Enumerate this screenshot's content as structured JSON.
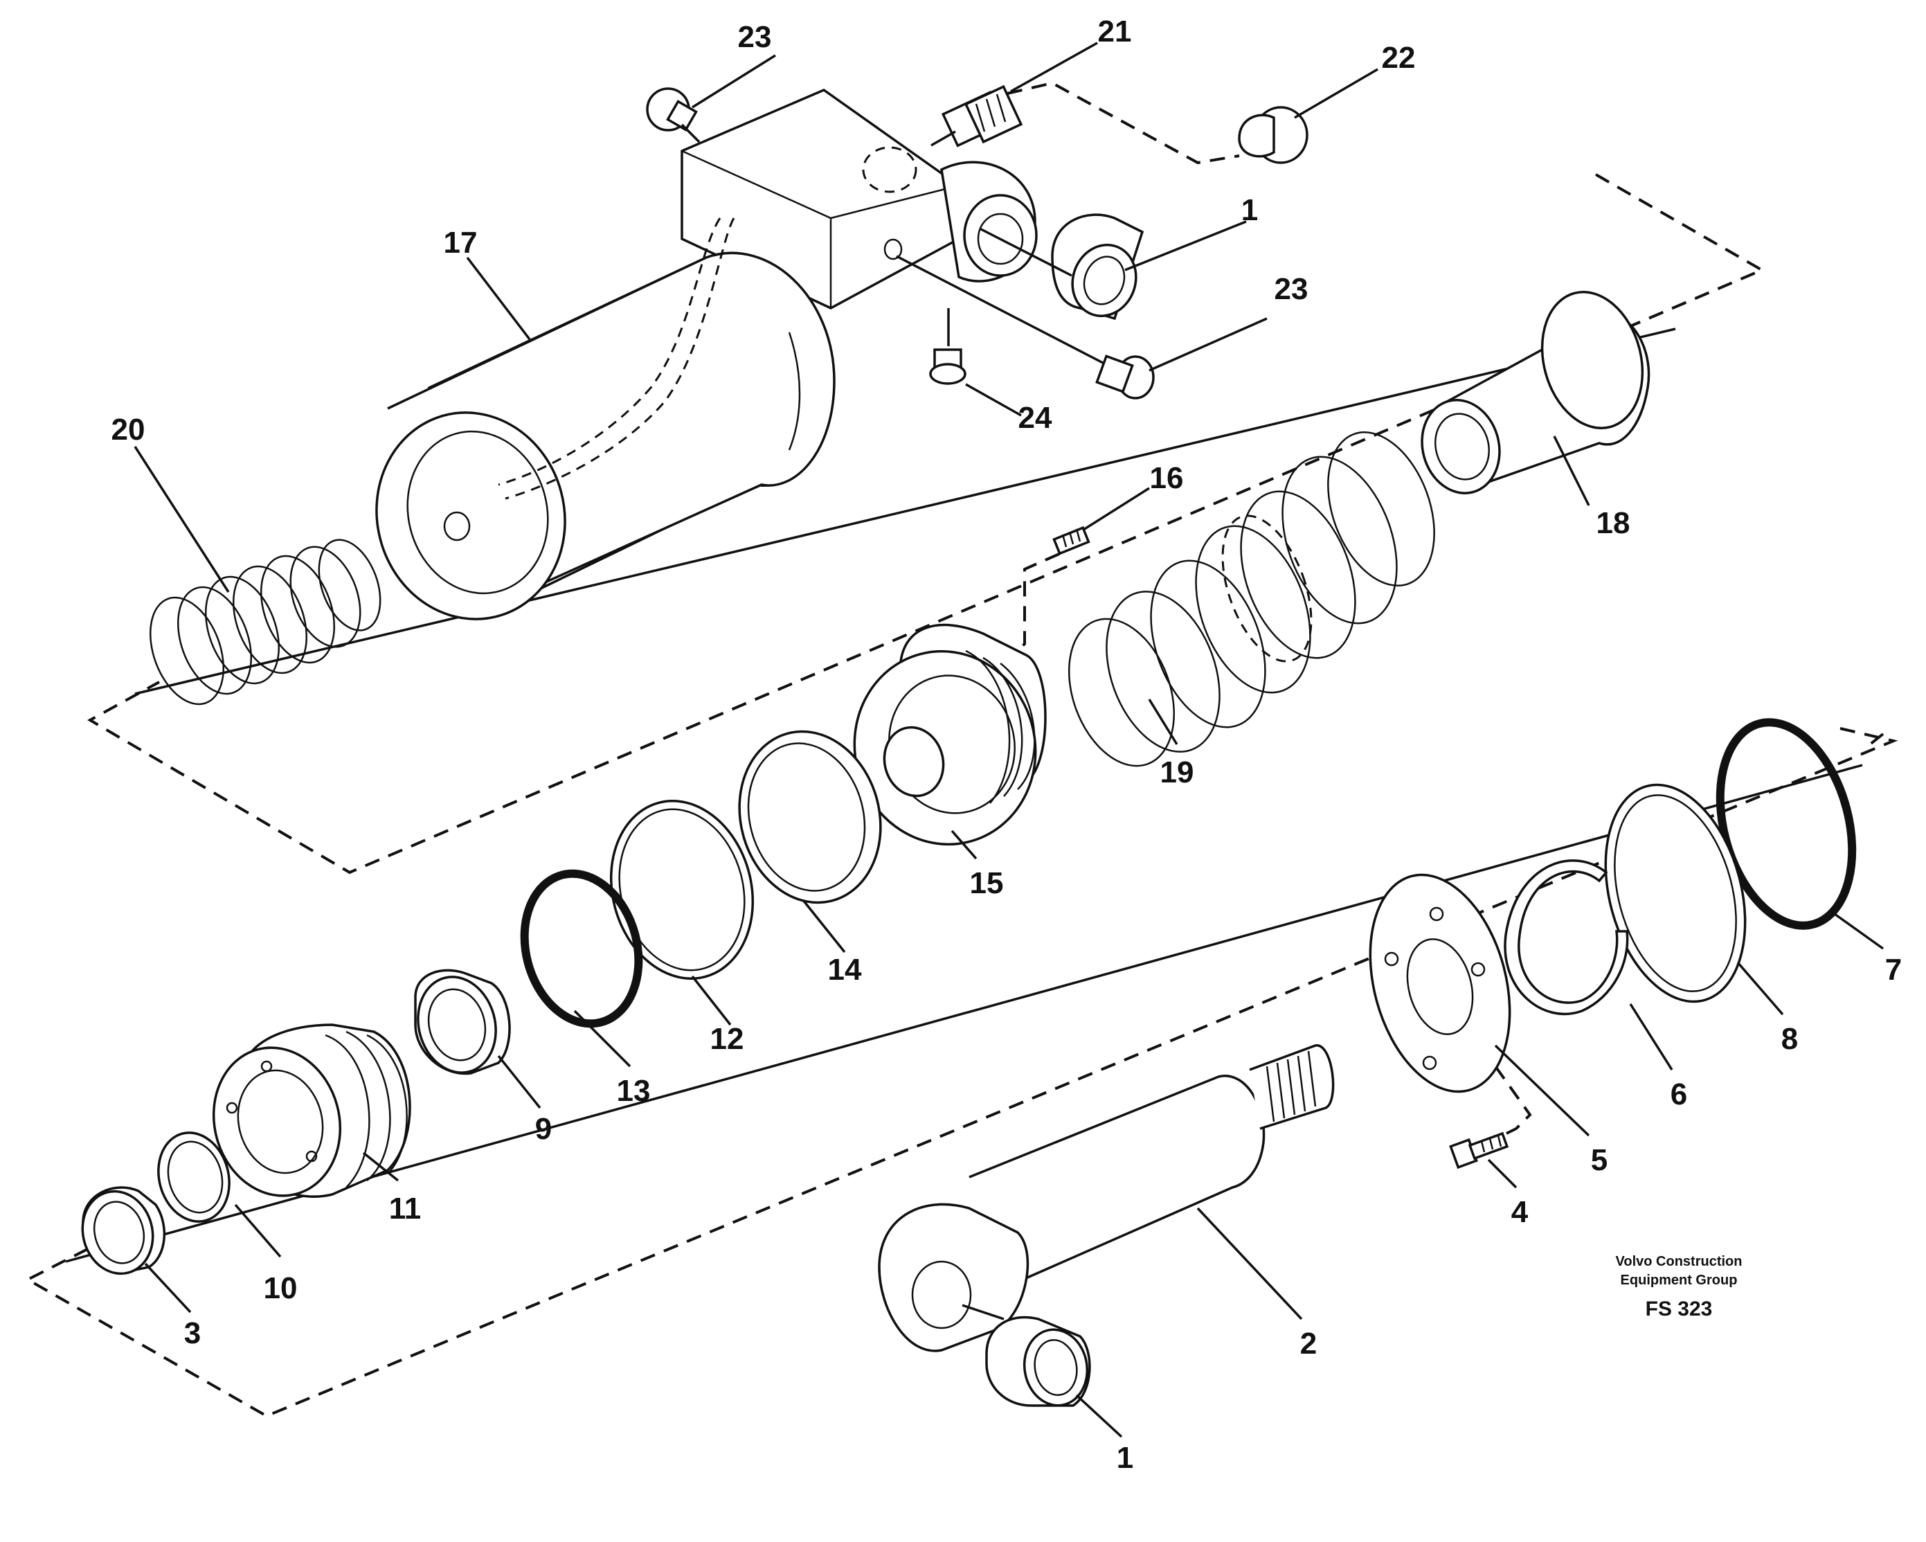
{
  "diagram": {
    "labels": [
      {
        "id": "p23a",
        "text": "23"
      },
      {
        "id": "p21",
        "text": "21"
      },
      {
        "id": "p22",
        "text": "22"
      },
      {
        "id": "p17",
        "text": "17"
      },
      {
        "id": "p1a",
        "text": "1"
      },
      {
        "id": "p23b",
        "text": "23"
      },
      {
        "id": "p24",
        "text": "24"
      },
      {
        "id": "p20",
        "text": "20"
      },
      {
        "id": "p16",
        "text": "16"
      },
      {
        "id": "p18",
        "text": "18"
      },
      {
        "id": "p19",
        "text": "19"
      },
      {
        "id": "p15",
        "text": "15"
      },
      {
        "id": "p14",
        "text": "14"
      },
      {
        "id": "p12",
        "text": "12"
      },
      {
        "id": "p13",
        "text": "13"
      },
      {
        "id": "p9",
        "text": "9"
      },
      {
        "id": "p11",
        "text": "11"
      },
      {
        "id": "p10",
        "text": "10"
      },
      {
        "id": "p3",
        "text": "3"
      },
      {
        "id": "p7",
        "text": "7"
      },
      {
        "id": "p8",
        "text": "8"
      },
      {
        "id": "p6",
        "text": "6"
      },
      {
        "id": "p5",
        "text": "5"
      },
      {
        "id": "p4",
        "text": "4"
      },
      {
        "id": "p2",
        "text": "2"
      },
      {
        "id": "p1b",
        "text": "1"
      }
    ],
    "credit": {
      "line1": "Volvo Construction",
      "line2": "Equipment Group",
      "code": "FS 323"
    }
  }
}
